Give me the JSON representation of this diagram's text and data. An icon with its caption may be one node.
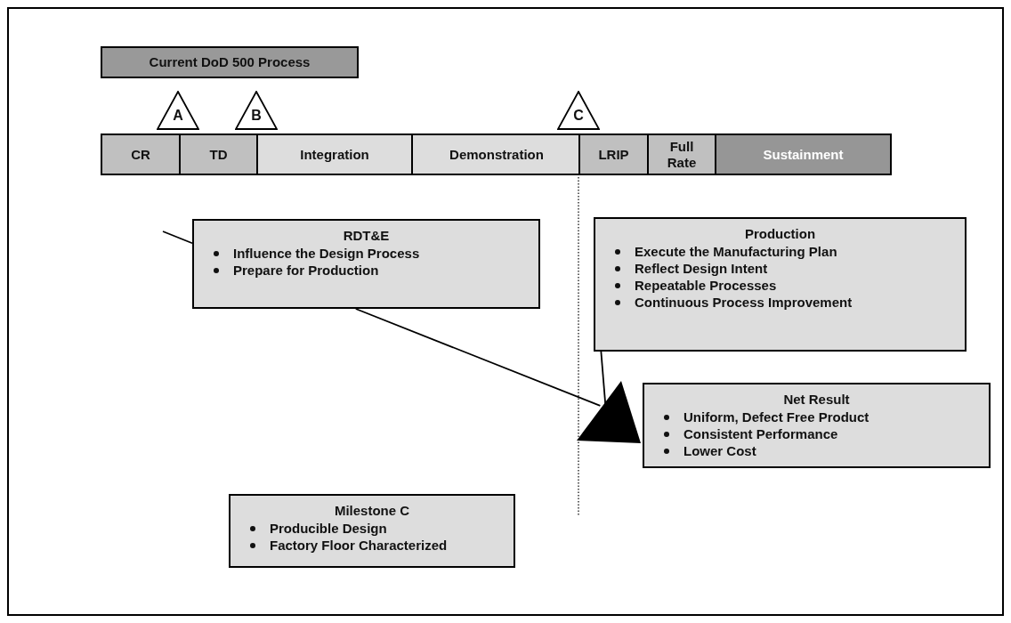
{
  "diagram": {
    "nodes": [
      {
        "text": [
          "Current DoD 500 Process"
        ]
      },
      {
        "text": [
          "A"
        ]
      },
      {
        "text": [
          "B"
        ]
      },
      {
        "text": [
          "C"
        ]
      },
      {
        "text": [
          "CR"
        ]
      },
      {
        "text": [
          "TD"
        ]
      },
      {
        "text": [
          "Integration"
        ]
      },
      {
        "text": [
          "Demonstration"
        ]
      },
      {
        "text": [
          "LRIP"
        ]
      },
      {
        "text": [
          "Full Rate"
        ]
      },
      {
        "text": [
          "Sustainment"
        ]
      },
      {
        "text": [
          "RDT&E",
          "Influence the Design Process",
          "Prepare for Production"
        ]
      },
      {
        "text": [
          "Production",
          "Execute the Manufacturing Plan",
          "Reflect Design Intent",
          "Repeatable Processes",
          "Continuous Process Improvement"
        ]
      },
      {
        "text": [],
        "shape": "triangle"
      },
      {
        "text": [
          "Net Result",
          "Uniform, Defect Free Product",
          "Consistent Performance",
          "Lower Cost"
        ]
      },
      {
        "text": [
          "Milestone C",
          "Producible Design",
          "Factory Floor Characterized"
        ]
      }
    ],
    "edges": [
      {
        "from": null,
        "to": 11,
        "arrow": "none"
      },
      {
        "from": 11,
        "to": 13,
        "arrow": "none"
      },
      {
        "from": 12,
        "to": 13,
        "arrow": "none"
      }
    ]
  }
}
